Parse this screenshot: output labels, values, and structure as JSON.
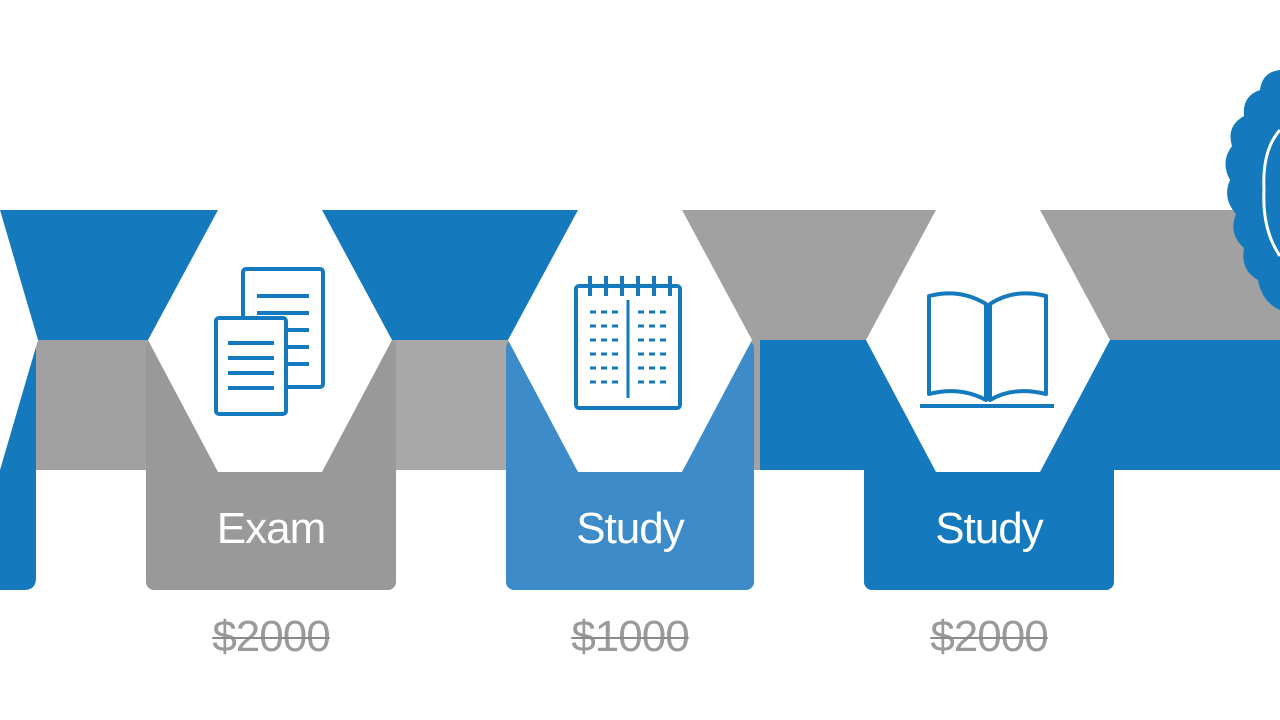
{
  "colors": {
    "blue": "#1479bd",
    "blue_light": "#3d8bc8",
    "gray": "#a1a1a1",
    "gray_dark": "#999999",
    "white": "#ffffff"
  },
  "steps": [
    {
      "icon": "exam-documents-icon",
      "label": "Exam",
      "price": "$2000",
      "card_color": "gray"
    },
    {
      "icon": "study-notebook-icon",
      "label": "Study",
      "price": "$1000",
      "card_color": "blue_light"
    },
    {
      "icon": "open-book-icon",
      "label": "Study",
      "price": "$2000",
      "card_color": "blue"
    }
  ]
}
